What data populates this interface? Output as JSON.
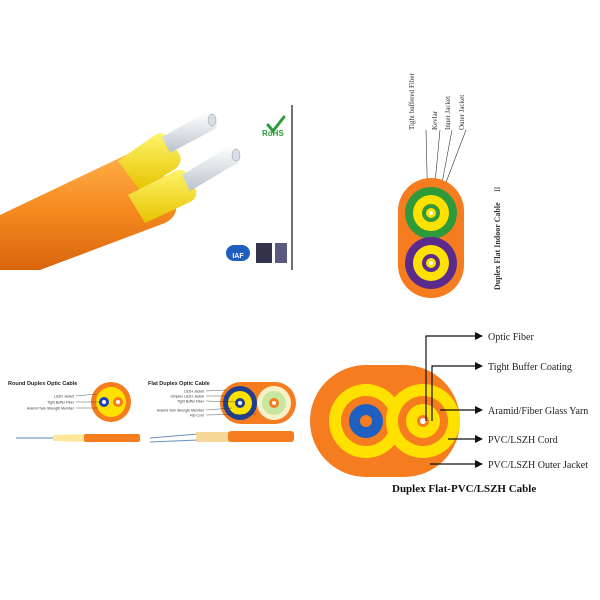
{
  "top_left": {
    "rohs_label": "RoHS",
    "iaf_label": "IAF"
  },
  "top_right": {
    "labels": [
      "Tight buffered Fiber",
      "Kevlar",
      "Inner Jacket",
      "Outer Jacket"
    ],
    "caption": "Duplex Flat Indoor Cable",
    "roman": "II"
  },
  "bottom_left": {
    "round": {
      "title": "Round Duplex Optic Cable",
      "labels": [
        "LSZH Jacket",
        "Tight Buffer Fiber",
        "Aramid Yarn Strength Member"
      ]
    },
    "flat": {
      "title": "Flat Duplex Optic Cable",
      "labels": [
        "LSZH Jacket",
        "Simplex LSZH Jacket",
        "Tight Buffer Fiber",
        "Aramid Yarn Strength Member",
        "Rip Cord"
      ]
    }
  },
  "bottom_right": {
    "labels": [
      "Optic Fiber",
      "Tight Buffer Coating",
      "Aramid/Fiber Glass Yarn",
      "PVC/LSZH Cord",
      "PVC/LSZH Outer Jacket"
    ],
    "caption": "Duplex Flat-PVC/LSZH Cable"
  },
  "colors": {
    "orange": "#f57c1f",
    "yellow": "#ffe100",
    "green": "#2f9a3a",
    "purple": "#5a2a8c",
    "blue": "#1f5fbf"
  }
}
